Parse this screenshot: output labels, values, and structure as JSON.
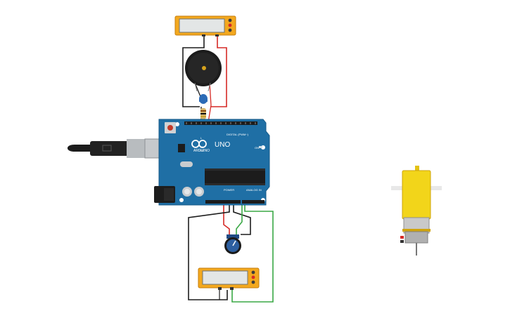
{
  "board": {
    "brand": "ARDUINO",
    "model": "UNO",
    "digital_label": "DIGITAL (PWM~)",
    "power_label": "POWER",
    "analog_label": "ANALOG IN",
    "tx_label": "TX",
    "rx_label": "RX",
    "l_label": "L",
    "on_label": "ON"
  },
  "components": {
    "multimeter_top": "multimeter",
    "multimeter_bottom": "multimeter",
    "buzzer": "piezo buzzer",
    "resistor": "resistor",
    "potentiometer": "potentiometer",
    "dc_motor": "dc motor",
    "usb_cable": "usb cable"
  },
  "colors": {
    "board": "#1f6fa5",
    "meter_frame": "#f3a81e",
    "motor": "#f2d51a",
    "wire_red": "#d62a26",
    "wire_black": "#1d1d1d",
    "wire_green": "#3aa845"
  }
}
